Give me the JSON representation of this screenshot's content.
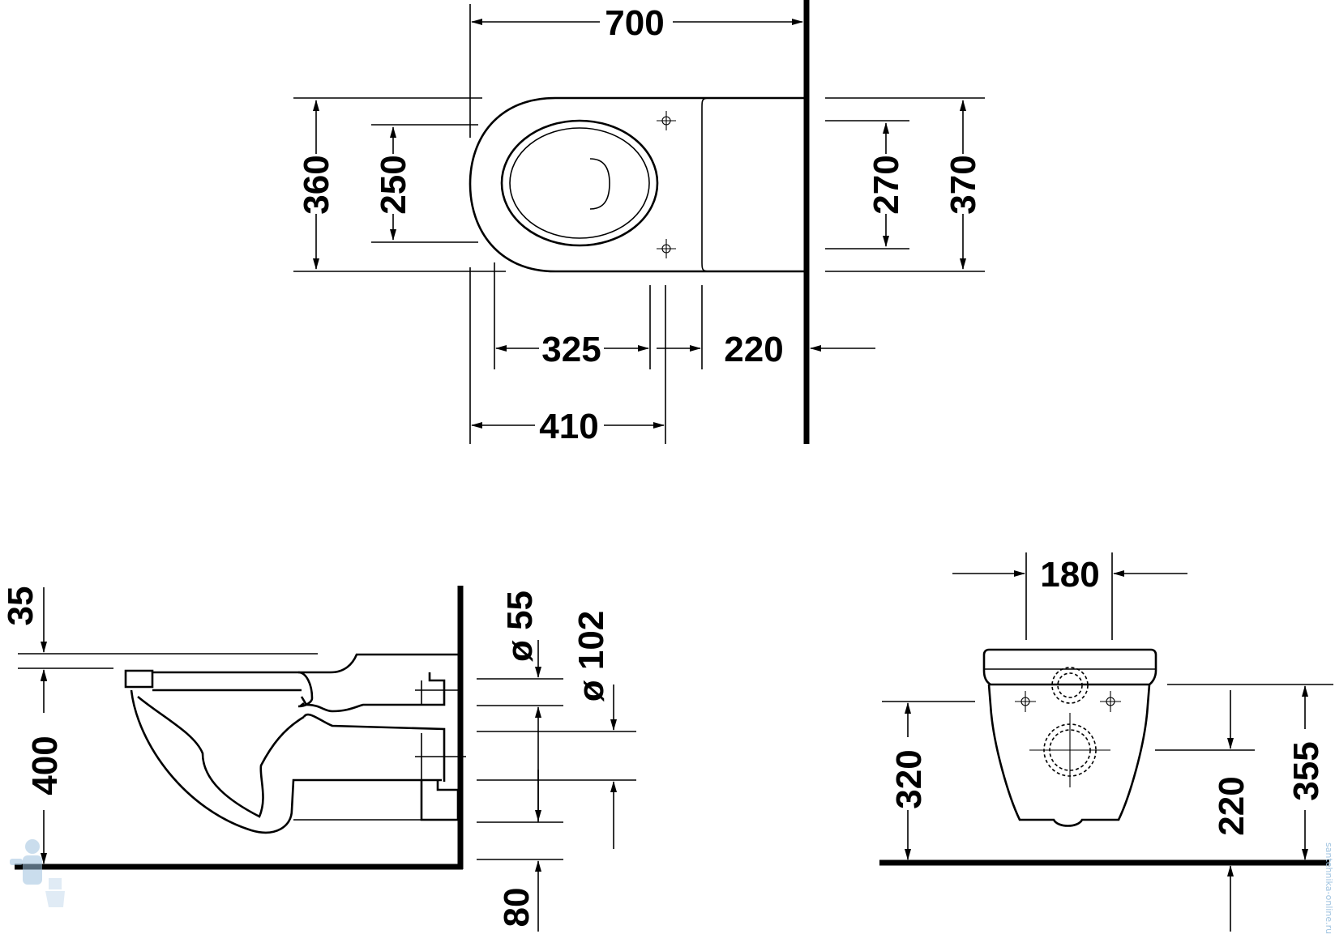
{
  "top_view": {
    "overall_length": "700",
    "width_outer": "360",
    "bowl_width": "250",
    "fixing_spacing": "270",
    "rear_width": "370",
    "front_to_outlet": "325",
    "outlet_to_wall": "220",
    "front_to_fixing": "410"
  },
  "side_view": {
    "seat_gap": "35",
    "rim_height": "400",
    "inlet_diameter": "ø 55",
    "outlet_diameter": "ø 102",
    "outlet_above_floor": "80"
  },
  "rear_view": {
    "inlet_width": "180",
    "fixing_height": "320",
    "outlet_height": "220",
    "inlet_height": "355"
  },
  "watermark": {
    "text": "santehnika-online.ru"
  },
  "colors": {
    "line": "#000000",
    "background": "#ffffff",
    "watermark": "#9fc3e0"
  }
}
